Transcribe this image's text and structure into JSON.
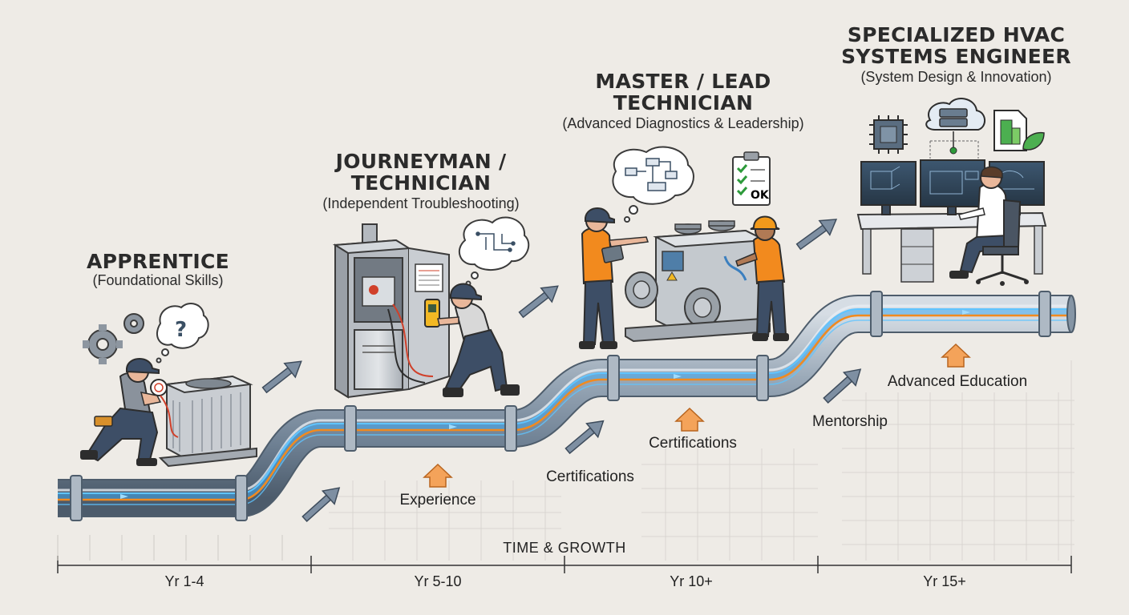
{
  "stages": [
    {
      "id": "apprentice",
      "title_lines": [
        "APPRENTICE"
      ],
      "subtitle": "(Foundational Skills)"
    },
    {
      "id": "journeyman",
      "title_lines": [
        "JOURNEYMAN /",
        "TECHNICIAN"
      ],
      "subtitle": "(Independent Troubleshooting)"
    },
    {
      "id": "master",
      "title_lines": [
        "MASTER / LEAD",
        "TECHNICIAN"
      ],
      "subtitle": "(Advanced Diagnostics & Leadership)"
    },
    {
      "id": "engineer",
      "title_lines": [
        "SPECIALIZED HVAC",
        "SYSTEMS ENGINEER"
      ],
      "subtitle": "(System Design & Innovation)"
    }
  ],
  "drivers": [
    {
      "id": "experience",
      "label": "Experience"
    },
    {
      "id": "certifications-1",
      "label": "Certifications"
    },
    {
      "id": "certifications-2",
      "label": "Certifications"
    },
    {
      "id": "mentorship",
      "label": "Mentorship"
    },
    {
      "id": "advanced-education",
      "label": "Advanced Education"
    }
  ],
  "timeline": {
    "title": "TIME & GROWTH",
    "periods": [
      "Yr 1-4",
      "Yr 5-10",
      "Yr 10+",
      "Yr 15+"
    ]
  },
  "checklist": {
    "ok_label": "OK"
  },
  "colors": {
    "background": "#eeebe6",
    "pipe": "#8a9aaa",
    "pipe_glow": "#3fa8ef",
    "pipe_core": "#f28a1e",
    "arrow_up": "#f4a35a",
    "equipment": "#b7bcc2",
    "worker_pants": "#3d4e66",
    "hard_hat": "#f29a1b",
    "vest": "#f28a1e",
    "monitor": "#3a4a5c",
    "check_green": "#2d9a3a"
  },
  "icons": [
    "gear-icon",
    "question-bubble-icon",
    "circuit-bubble-icon",
    "flowchart-bubble-icon",
    "clipboard-checklist-icon",
    "chip-icon",
    "cloud-server-icon",
    "green-building-icon",
    "leaf-icon",
    "step-arrow-icon",
    "up-arrow-icon"
  ]
}
